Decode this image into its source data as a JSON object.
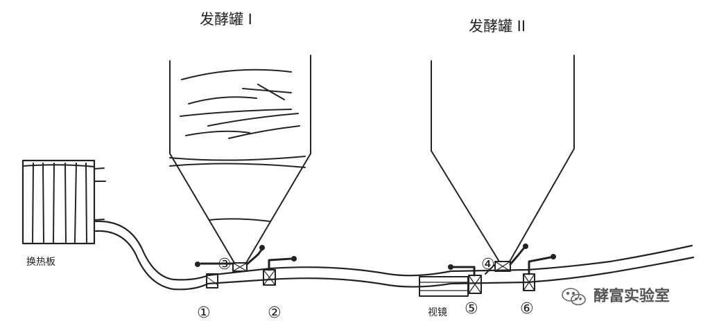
{
  "labels": {
    "tank1_title": "发酵罐 I",
    "tank2_title": "发酵罐 II",
    "heat_exchanger": "换热板",
    "sight_glass": "视镜",
    "watermark": "酵富实验室"
  },
  "valves": {
    "v1": "①",
    "v2": "②",
    "v3": "③",
    "v4": "④",
    "v5": "⑤",
    "v6": "⑥"
  },
  "icons": {
    "watermark_icon": "wechat-chat-icon"
  },
  "colors": {
    "ink": "#222222",
    "watermark": "#555555"
  }
}
